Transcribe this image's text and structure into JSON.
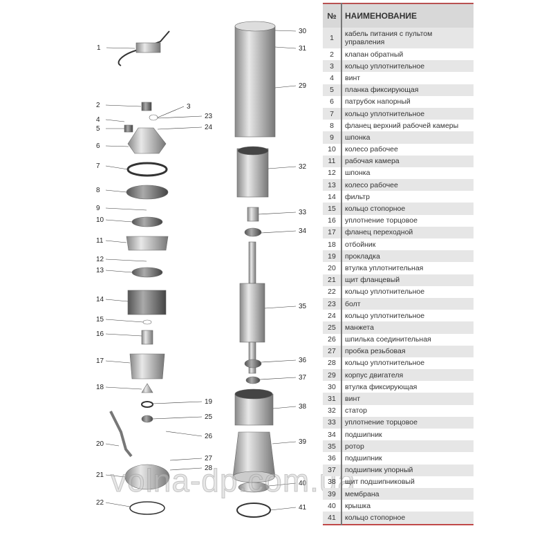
{
  "table": {
    "col_no": "№",
    "col_name": "НАИМЕНОВАНИЕ",
    "rows": [
      [
        "1",
        "кабель питания с пультом управления"
      ],
      [
        "2",
        "клапан обратный"
      ],
      [
        "3",
        "кольцо уплотнительное"
      ],
      [
        "4",
        "винт"
      ],
      [
        "5",
        "планка фиксирующая"
      ],
      [
        "6",
        "патрубок напорный"
      ],
      [
        "7",
        "кольцо уплотнительное"
      ],
      [
        "8",
        "фланец верхний рабочей камеры"
      ],
      [
        "9",
        "шпонка"
      ],
      [
        "10",
        "колесо рабочее"
      ],
      [
        "11",
        "рабочая камера"
      ],
      [
        "12",
        "шпонка"
      ],
      [
        "13",
        "колесо рабочее"
      ],
      [
        "14",
        "фильтр"
      ],
      [
        "15",
        "кольцо стопорное"
      ],
      [
        "16",
        "уплотнение торцовое"
      ],
      [
        "17",
        "фланец переходной"
      ],
      [
        "18",
        "отбойник"
      ],
      [
        "19",
        "прокладка"
      ],
      [
        "20",
        "втулка уплотнительная"
      ],
      [
        "21",
        "щит фланцевый"
      ],
      [
        "22",
        "кольцо уплотнительное"
      ],
      [
        "23",
        "болт"
      ],
      [
        "24",
        "кольцо уплотнительное"
      ],
      [
        "25",
        "манжета"
      ],
      [
        "26",
        "шпилька соединительная"
      ],
      [
        "27",
        "пробка резьбовая"
      ],
      [
        "28",
        "кольцо уплотнительное"
      ],
      [
        "29",
        "корпус двигателя"
      ],
      [
        "30",
        "втулка фиксирующая"
      ],
      [
        "31",
        "винт"
      ],
      [
        "32",
        "статор"
      ],
      [
        "33",
        "уплотнение торцовое"
      ],
      [
        "34",
        "подшипник"
      ],
      [
        "35",
        "ротор"
      ],
      [
        "36",
        "подшипник"
      ],
      [
        "37",
        "подшипник упорный"
      ],
      [
        "38",
        "щит подшипниковый"
      ],
      [
        "39",
        "мембрана"
      ],
      [
        "40",
        "крышка"
      ],
      [
        "41",
        "кольцо стопорное"
      ]
    ]
  },
  "callouts": [
    "1",
    "2",
    "3",
    "4",
    "5",
    "6",
    "7",
    "8",
    "9",
    "10",
    "11",
    "12",
    "13",
    "14",
    "15",
    "16",
    "17",
    "18",
    "19",
    "20",
    "21",
    "22",
    "23",
    "24",
    "25",
    "26",
    "27",
    "28",
    "29",
    "30",
    "31",
    "32",
    "33",
    "34",
    "35",
    "36",
    "37",
    "38",
    "39",
    "40",
    "41"
  ],
  "watermark": "volna-dp.com.ua"
}
